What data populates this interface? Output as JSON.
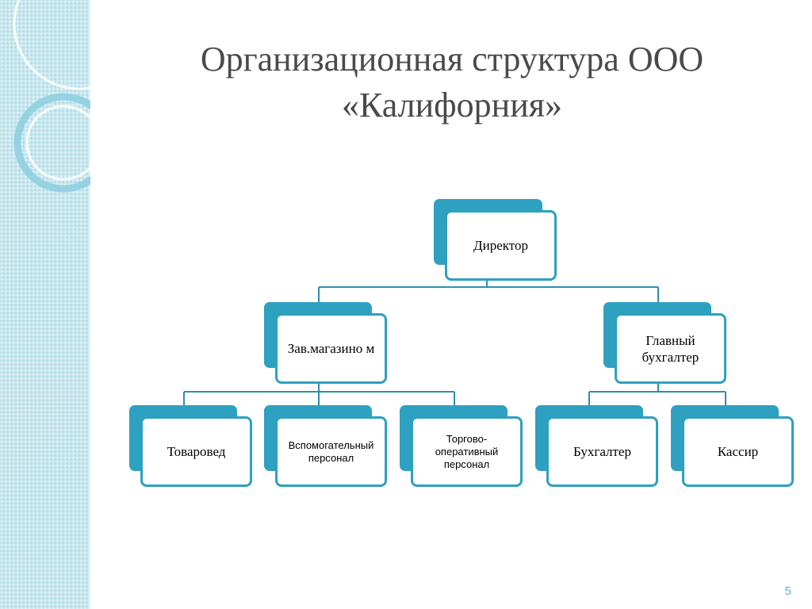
{
  "slide": {
    "title_line1": "Организационная структура ООО",
    "title_line2": "«Калифорния»",
    "page_number": "5"
  },
  "org_chart": {
    "root": {
      "label": "Директор",
      "children": [
        {
          "label": "Зав.магазино м",
          "children": [
            {
              "label": "Товаровед"
            },
            {
              "label": "Вспомогательный персонал"
            },
            {
              "label": "Торгово-оперативный персонал"
            }
          ]
        },
        {
          "label": "Главный бухгалтер",
          "children": [
            {
              "label": "Бухгалтер"
            },
            {
              "label": "Кассир"
            }
          ]
        }
      ]
    }
  },
  "colors": {
    "accent": "#2ea0c0",
    "connector": "#2b8fae",
    "title_text": "#4a4a4a",
    "sidebar": "#c9e7ee"
  }
}
